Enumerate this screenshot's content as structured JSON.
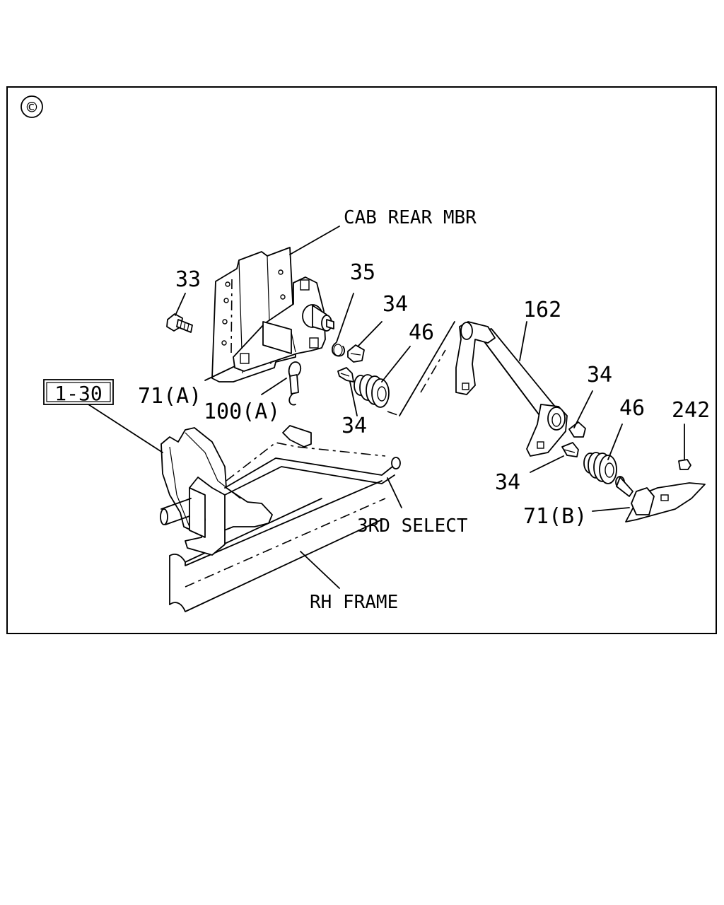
{
  "diagram": {
    "view_mark": "©",
    "labels": {
      "cab_rear_mbr": "CAB REAR MBR",
      "third_select": "3RD SELECT",
      "rh_frame": "RH FRAME",
      "ref_1_30": "1-30",
      "part_33": "33",
      "part_35": "35",
      "part_34_top": "34",
      "part_46_left": "46",
      "part_162": "162",
      "part_34_right": "34",
      "part_46_right": "46",
      "part_242": "242",
      "part_71a": "71(A)",
      "part_100a": "100(A)",
      "part_34_lower_left": "34",
      "part_34_lower_right": "34",
      "part_71b": "71(B)"
    }
  }
}
